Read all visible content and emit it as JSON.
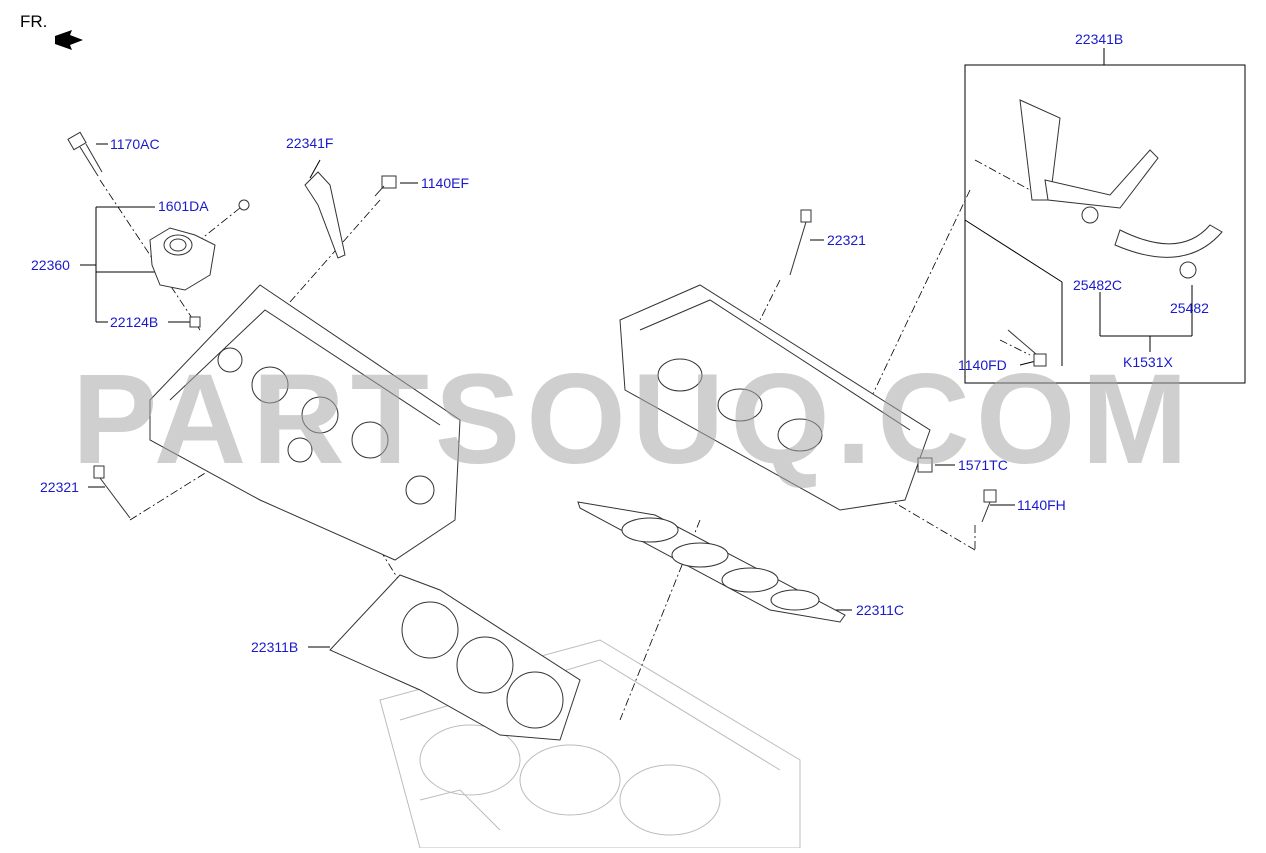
{
  "header": {
    "direction_label": "FR."
  },
  "watermark": "PARTSOUQ.COM",
  "labels": {
    "p1170AC": "1170AC",
    "p1601DA": "1601DA",
    "p22360": "22360",
    "p22124B": "22124B",
    "p22321_left": "22321",
    "p22341F": "22341F",
    "p1140EF": "1140EF",
    "p22321_right": "22321",
    "p22341B": "22341B",
    "p25482C": "25482C",
    "p25482": "25482",
    "pK1531X": "K1531X",
    "p1140FD": "1140FD",
    "p1571TC": "1571TC",
    "p1140FH": "1140FH",
    "p22311C": "22311C",
    "p22311B": "22311B"
  },
  "colors": {
    "label": "#1a1acc",
    "line": "#000000",
    "part": "#333333",
    "ghost": "#b8b8b8",
    "watermark": "#a8a8a8"
  }
}
